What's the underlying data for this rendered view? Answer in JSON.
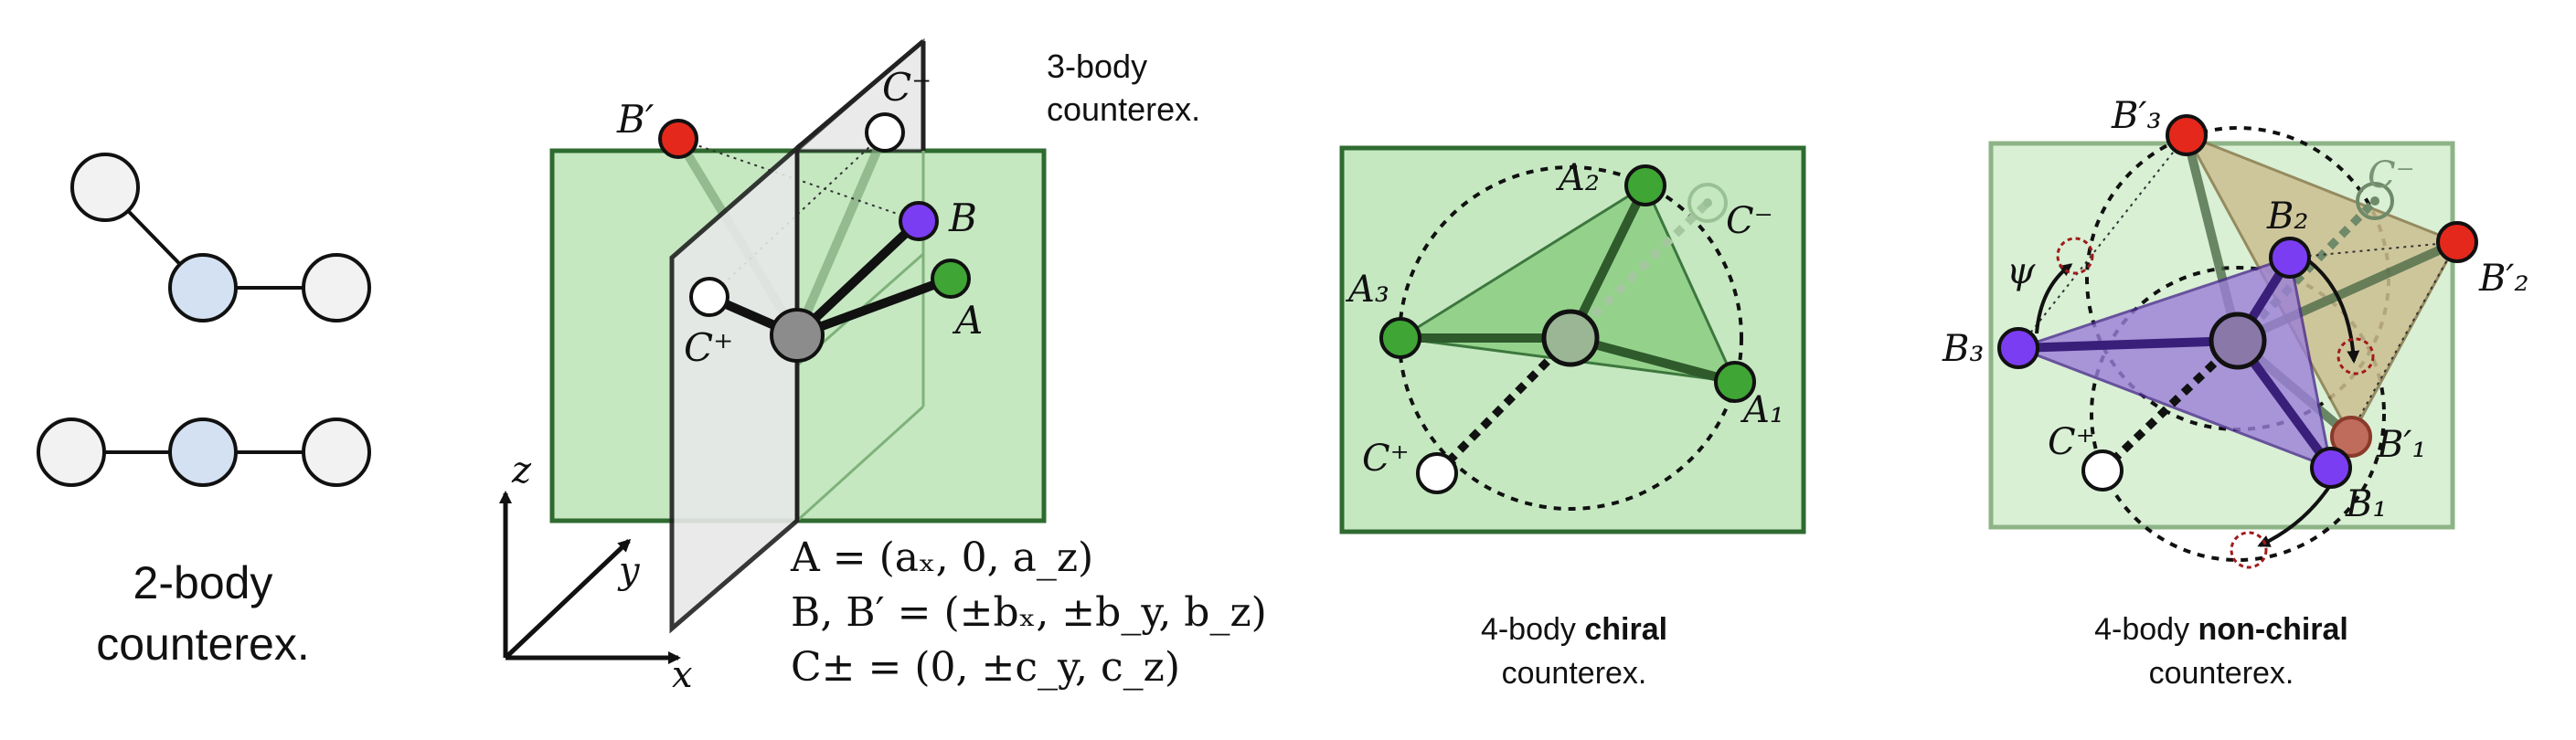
{
  "panel1": {
    "caption_line1": "2-body",
    "caption_line2": "counterex."
  },
  "panel2": {
    "title_line1": "3-body",
    "title_line2": "counterex.",
    "labels": {
      "B_prime": "B′",
      "C_minus": "C⁻",
      "B": "B",
      "A": "A",
      "C_plus": "C⁺",
      "z": "z",
      "y": "y",
      "x": "x"
    },
    "equations": [
      "A = (aₓ, 0, a_z)",
      "B, B′ = (±bₓ, ±b_y, b_z)",
      "C± = (0, ±c_y, c_z)"
    ]
  },
  "panel3": {
    "caption_pre": "4-body ",
    "caption_bold": "chiral",
    "caption_line2": "counterex.",
    "labels": {
      "A1": "A₁",
      "A2": "A₂",
      "A3": "A₃",
      "C_minus": "C⁻",
      "C_plus": "C⁺"
    }
  },
  "panel4": {
    "caption_pre": "4-body ",
    "caption_bold": "non-chiral",
    "caption_line2": "counterex.",
    "labels": {
      "B1": "B₁",
      "B2": "B₂",
      "B3": "B₃",
      "B1p": "B′₁",
      "B2p": "B′₂",
      "B3p": "B′₃",
      "C_minus": "C⁻",
      "C_plus": "C⁺",
      "psi": "ψ"
    }
  },
  "colors": {
    "node_white": "#f2f2f2",
    "node_blue": "#d4e1f2",
    "plane_green": "#c5e8c1",
    "plane_border": "#2f6b30",
    "node_green": "#3fa535",
    "node_purple": "#7b3df2",
    "node_red": "#e5281c",
    "center_gray": "#8c8c8c",
    "tri_green": "#8fd087",
    "tri_purple": "#9b7fd9",
    "tri_tan": "#cdbf92"
  }
}
